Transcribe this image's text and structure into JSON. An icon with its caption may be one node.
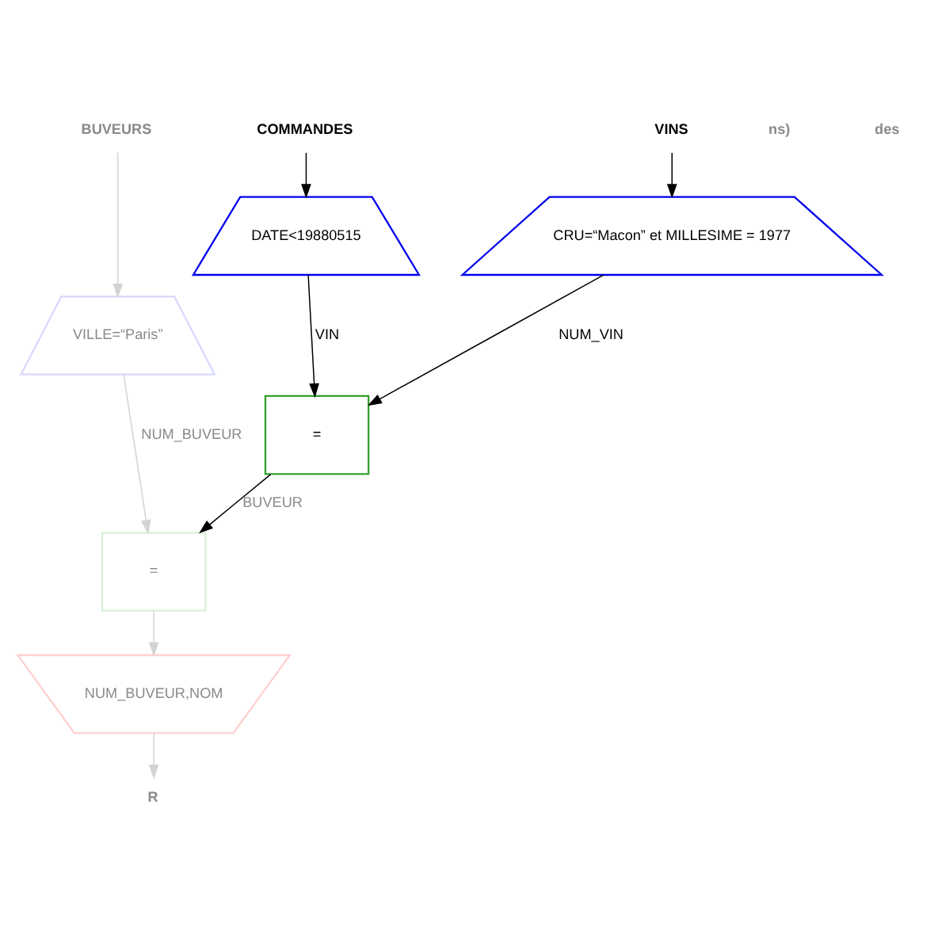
{
  "diagram": {
    "nodes": [
      {
        "text": [
          "BUVEURS"
        ]
      },
      {
        "text": [
          "COMMANDES"
        ]
      },
      {
        "text": [
          "VINS"
        ]
      },
      {
        "text": [
          "VILLE=“Paris”"
        ]
      },
      {
        "text": [
          "DATE<19880515"
        ]
      },
      {
        "text": [
          "CRU=“Macon” et MILLESIME = 1977"
        ]
      },
      {
        "text": [
          "="
        ]
      },
      {
        "text": [
          "="
        ]
      },
      {
        "text": [
          "NUM_BUVEUR,NOM"
        ]
      },
      {
        "text": [
          "R"
        ]
      }
    ],
    "edges": [
      {
        "from": 0,
        "to": 3,
        "arrow": "to",
        "color": "#d3d3d3"
      },
      {
        "from": 1,
        "to": 4,
        "arrow": "to"
      },
      {
        "from": 2,
        "to": 5,
        "arrow": "to"
      },
      {
        "from": 4,
        "to": 6,
        "arrow": "to",
        "label": "VIN"
      },
      {
        "from": 5,
        "to": 6,
        "arrow": "to",
        "label": "NUM_VIN"
      },
      {
        "from": 3,
        "to": 7,
        "arrow": "to",
        "label": "NUM_BUVEUR",
        "color": "#d3d3d3"
      },
      {
        "from": 6,
        "to": 7,
        "arrow": "to",
        "label": "BUVEUR"
      },
      {
        "from": 7,
        "to": 8,
        "arrow": "to",
        "color": "#d3d3d3"
      },
      {
        "from": 8,
        "to": 9,
        "arrow": "to",
        "color": "#d3d3d3"
      }
    ],
    "labels": [
      "ns)",
      "des"
    ]
  }
}
